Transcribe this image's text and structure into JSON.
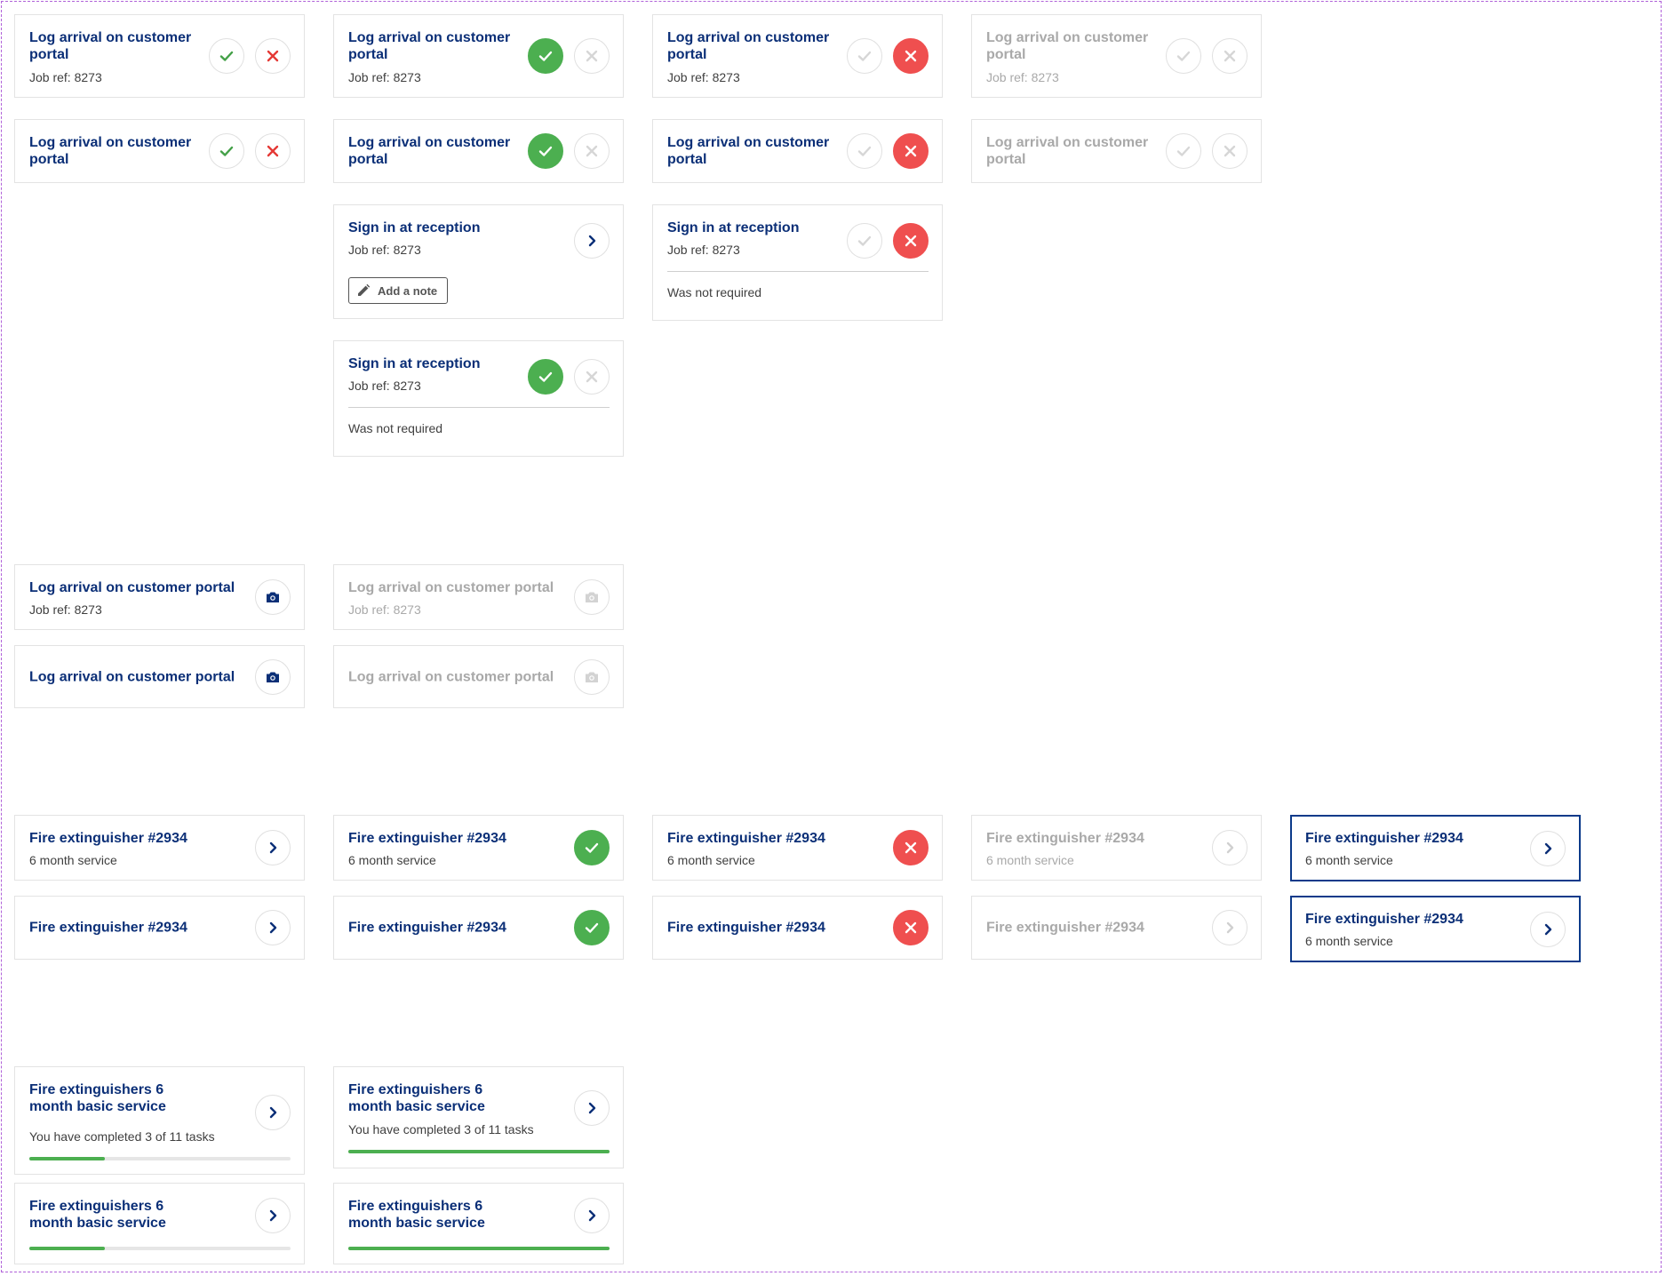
{
  "colors": {
    "title": "#0b2f77",
    "subtitle": "#3f3f3f",
    "disabled_text": "#a9a9a9",
    "success": "#4caf50",
    "error": "#ef4f4f",
    "border": "#e3e3e3",
    "selected_border": "#0b3a8a",
    "frame": "#b061d9"
  },
  "checklist": {
    "title": "Log arrival on customer portal",
    "job_ref": "Job ref: 8273"
  },
  "reception": {
    "title": "Sign in at reception",
    "job_ref": "Job ref: 8273",
    "add_note": "Add a note",
    "not_required": "Was not required"
  },
  "photo_task": {
    "title": "Log arrival on customer portal",
    "job_ref": "Job ref: 8273"
  },
  "asset": {
    "title": "Fire extinguisher #2934",
    "subtitle": "6 month service"
  },
  "service": {
    "title": "Fire extinguishers 6 month basic service",
    "progress_text": "You have completed 3 of 11 tasks",
    "completed": 3,
    "total": 11,
    "progress_partial": 0.29,
    "progress_full": 1.0
  }
}
